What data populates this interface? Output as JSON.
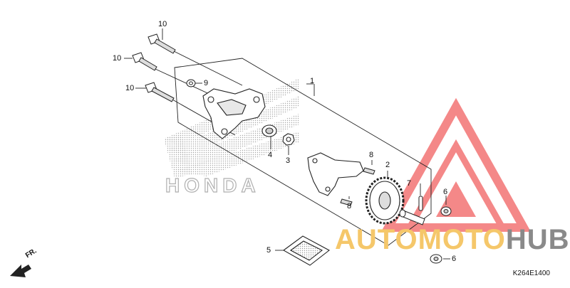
{
  "diagram": {
    "callouts": {
      "c1": "1",
      "c2": "2",
      "c3": "3",
      "c4": "4",
      "c5": "5",
      "c6a": "6",
      "c6b": "6",
      "c7": "7",
      "c8a": "8",
      "c8b": "8",
      "c9": "9",
      "c10a": "10",
      "c10b": "10",
      "c10c": "10"
    },
    "front_label": "FR.",
    "diagram_code": "K264E1400",
    "background_logo_text": "HONDA"
  },
  "watermark": {
    "part1": "AUTOMOTO",
    "part2": "HUB",
    "colors": {
      "triangle": "#f26b6b",
      "text_primary": "#f5c76a",
      "text_secondary": "#8a8a8a"
    }
  }
}
